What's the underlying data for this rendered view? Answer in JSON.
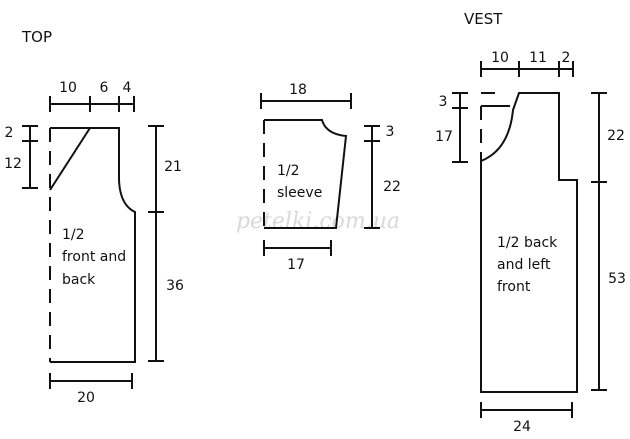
{
  "top": {
    "title": "TOP",
    "dims": {
      "w1": "10",
      "w2": "6",
      "w3": "4",
      "left_h1": "2",
      "left_h2": "12",
      "right_h1": "21",
      "right_h2": "36",
      "bottom": "20"
    },
    "label": [
      "1/2",
      "front and",
      "back"
    ]
  },
  "sleeve": {
    "dims": {
      "top": "18",
      "h1": "3",
      "h2": "22",
      "bottom": "17"
    },
    "label": [
      "1/2",
      "sleeve"
    ]
  },
  "vest": {
    "title": "VEST",
    "dims": {
      "w1": "10",
      "w2": "11",
      "w3": "2",
      "left_h1": "3",
      "left_h2": "17",
      "right_h1": "22",
      "right_h2": "53",
      "bottom": "24"
    },
    "label": [
      "1/2 back",
      "and left",
      "front"
    ]
  },
  "watermark": "petelki.com.ua"
}
